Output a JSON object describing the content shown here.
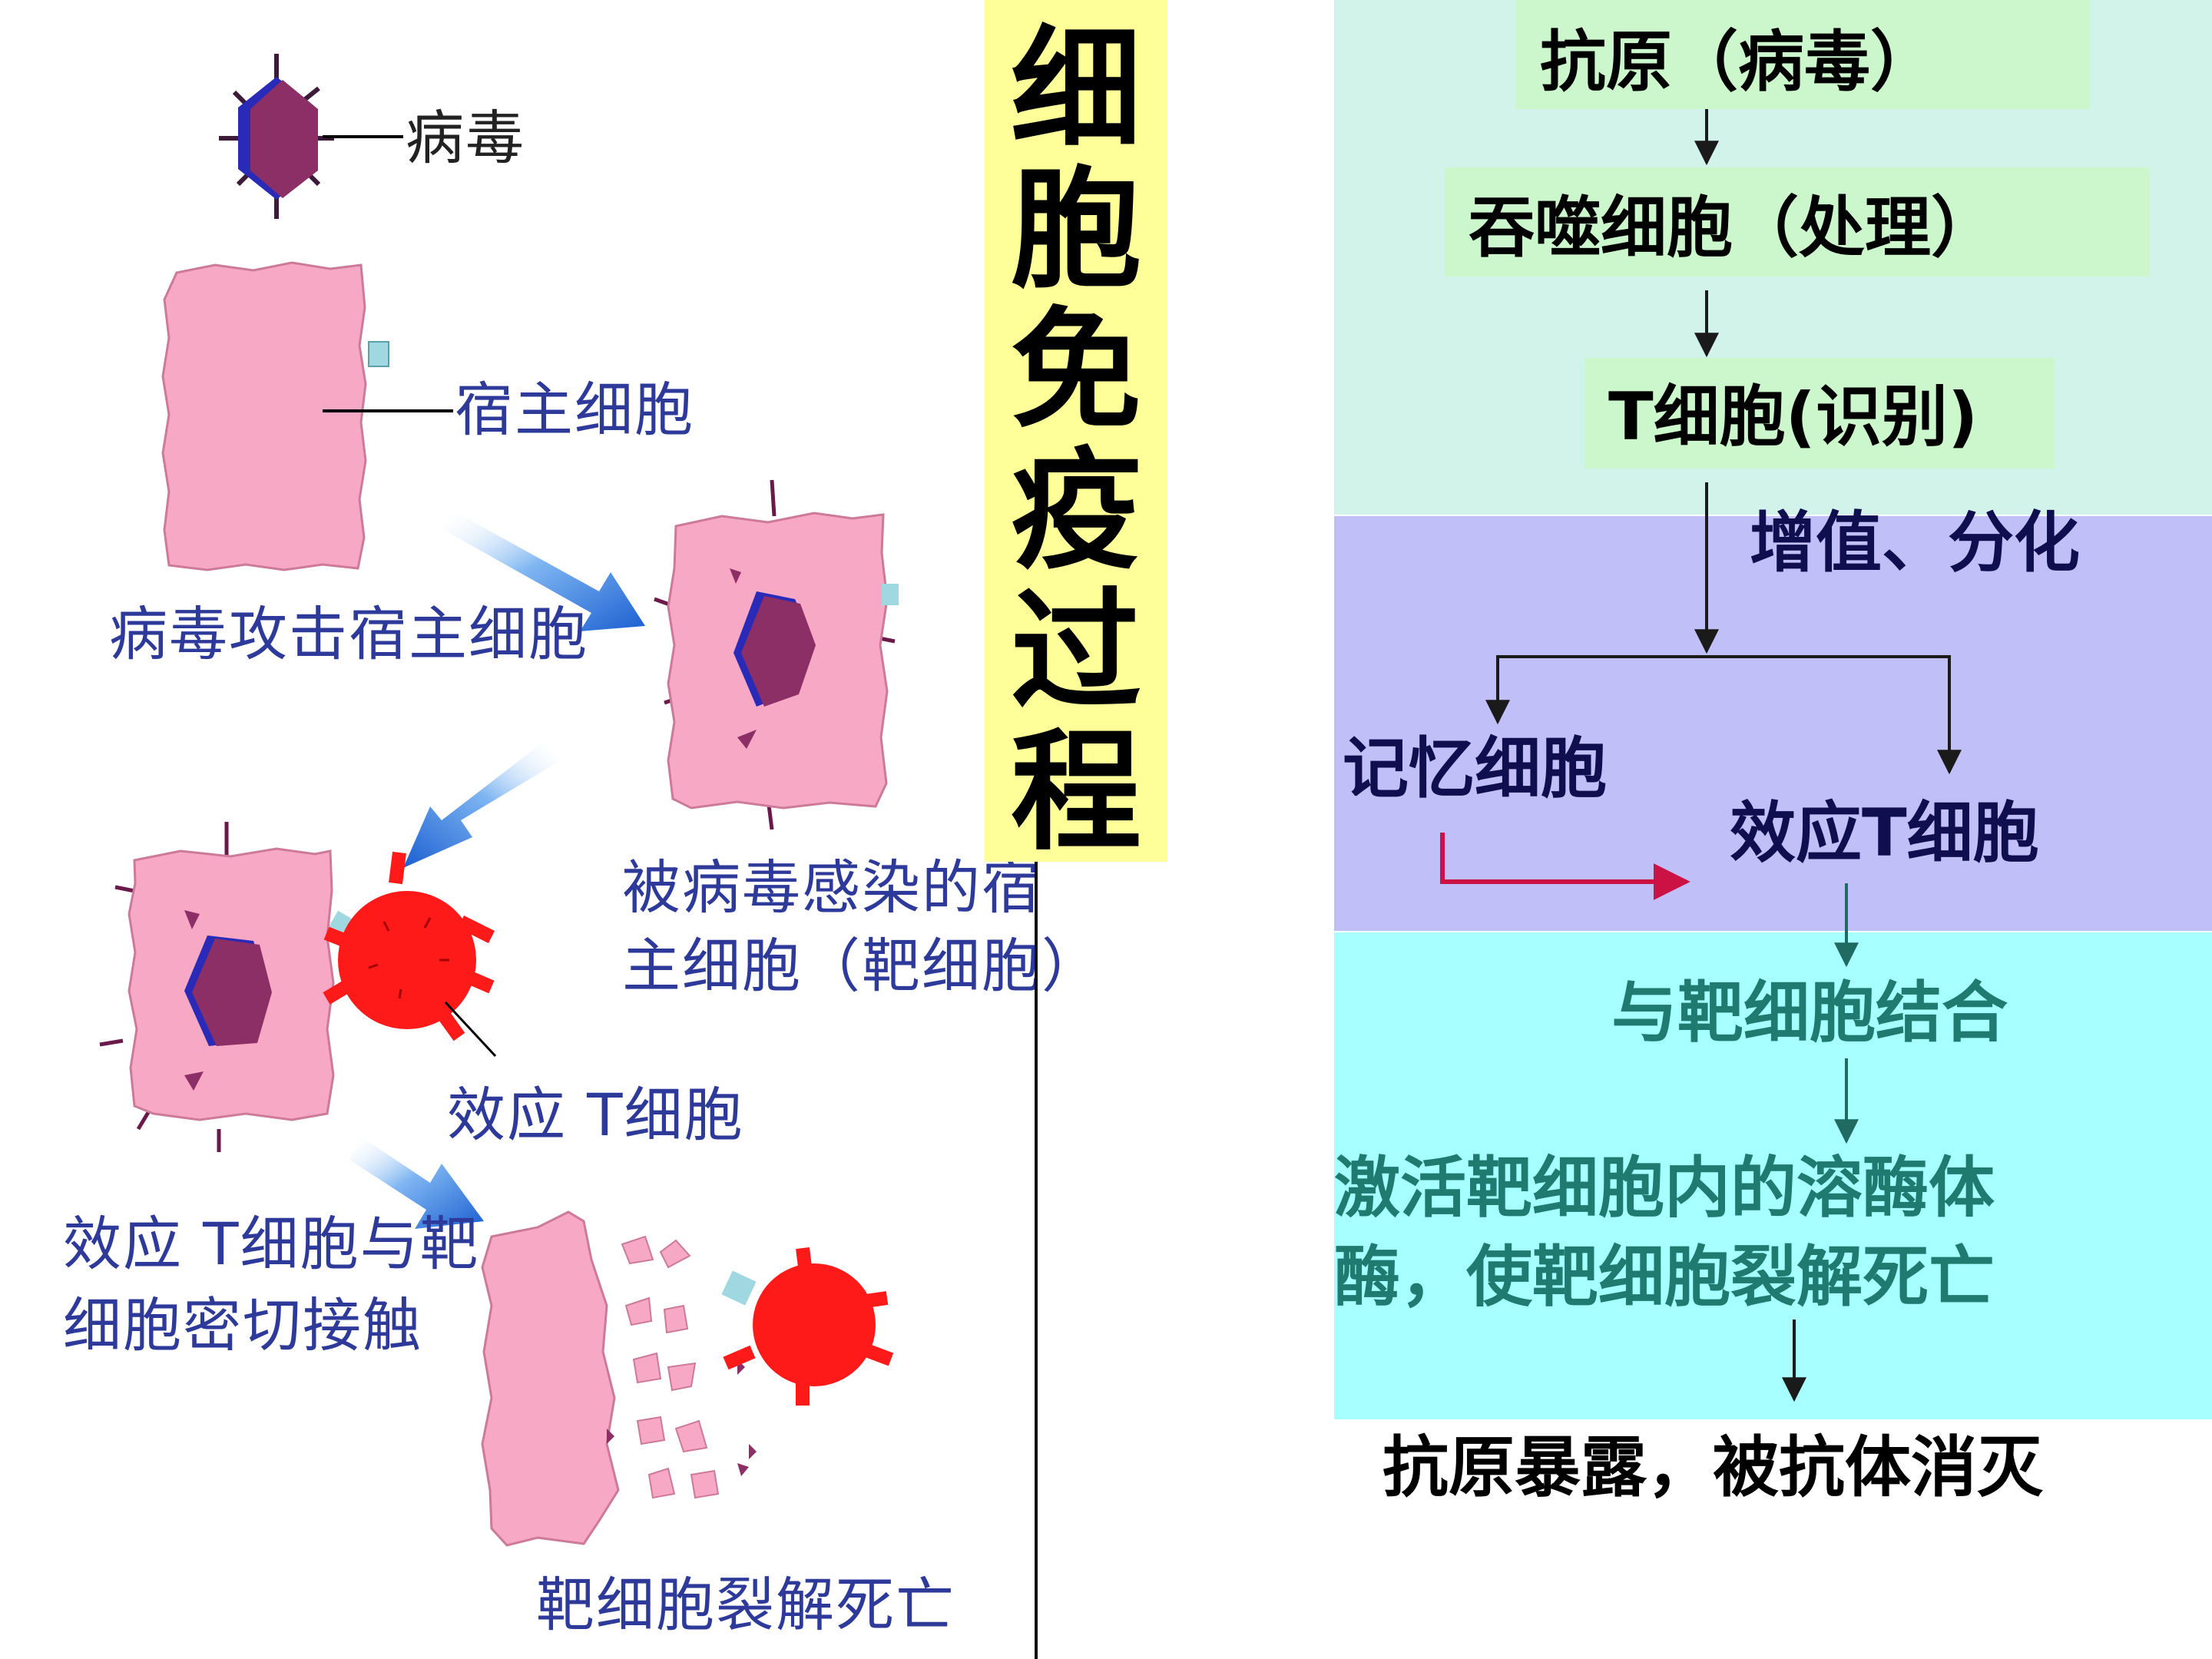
{
  "title": "细胞免疫过程",
  "left_diagram": {
    "virus_label": "病毒",
    "host_cell_label": "宿主细胞",
    "attack_label": "病毒攻击宿主细胞",
    "infected_label_line1": "被病毒感染的宿",
    "infected_label_line2": "主细胞（靶细胞）",
    "effector_label": "效应 T细胞",
    "contact_label_line1": "效应 T细胞与靶",
    "contact_label_line2": "细胞密切接触",
    "lysis_label": "靶细胞裂解死亡"
  },
  "flow": {
    "antigen": "抗原（病毒）",
    "phagocyte": "吞噬细胞（处理）",
    "t_cell": "T细胞(识别)",
    "proliferate": "增值、分化",
    "memory_cell": "记忆细胞",
    "effector_t_cell": "效应T细胞",
    "bind_target": "与靶细胞结合",
    "activate_line1": "激活靶细胞内的溶酶体",
    "activate_line2": "酶，使靶细胞裂解死亡",
    "antigen_exposed": "抗原暴露，被抗体消灭"
  },
  "colors": {
    "title_bg": "#ffff99",
    "band_top": "#d2f3ea",
    "band_mid": "#c0bff8",
    "band_bottom": "#a8ffff",
    "flow_box": "#ccf7cc",
    "cell_pink": "#f7a8c4",
    "virus_purple": "#8b2f66",
    "effector_red": "#ff1a1a",
    "memory_arrow": "#cc1144"
  }
}
